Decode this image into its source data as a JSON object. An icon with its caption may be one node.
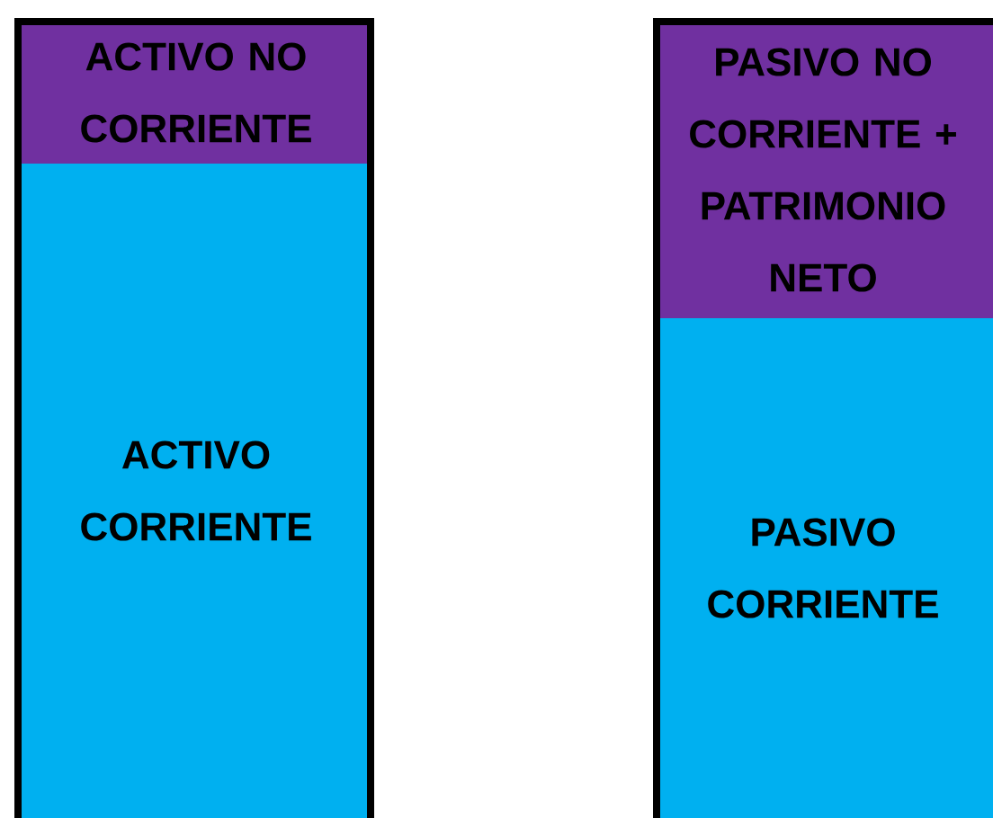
{
  "diagram": {
    "nodes": [
      {
        "text": [
          "ACTIVO NO CORRIENTE"
        ]
      },
      {
        "text": [
          "ACTIVO CORRIENTE"
        ]
      },
      {
        "text": [
          "PASIVO NO CORRIENTE + PATRIMONIO NETO"
        ]
      },
      {
        "text": [
          "PASIVO CORRIENTE"
        ]
      }
    ]
  }
}
